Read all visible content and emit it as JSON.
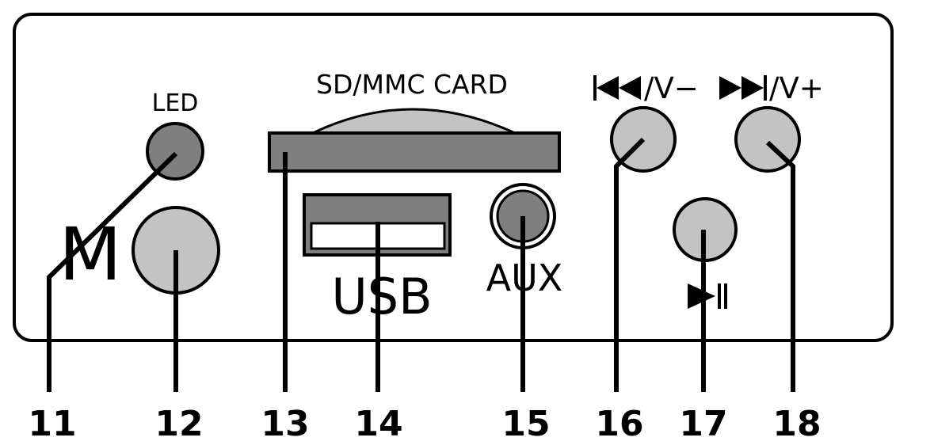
{
  "labels": {
    "led": "LED",
    "mode": "M",
    "sd_card": "SD/MMC CARD",
    "usb": "USB",
    "aux": "AUX",
    "prev_vol_down": "/V−",
    "next_vol_up": "/V+"
  },
  "callouts": [
    "11",
    "12",
    "13",
    "14",
    "15",
    "16",
    "17",
    "18"
  ],
  "icons": {
    "prev": "skip-previous-icon",
    "next": "skip-next-icon",
    "play_pause": "play-pause-icon"
  },
  "colors": {
    "dark_part": "#7f7f7f",
    "light_part": "#c3c3c3",
    "outline": "#000000",
    "background": "#ffffff"
  }
}
